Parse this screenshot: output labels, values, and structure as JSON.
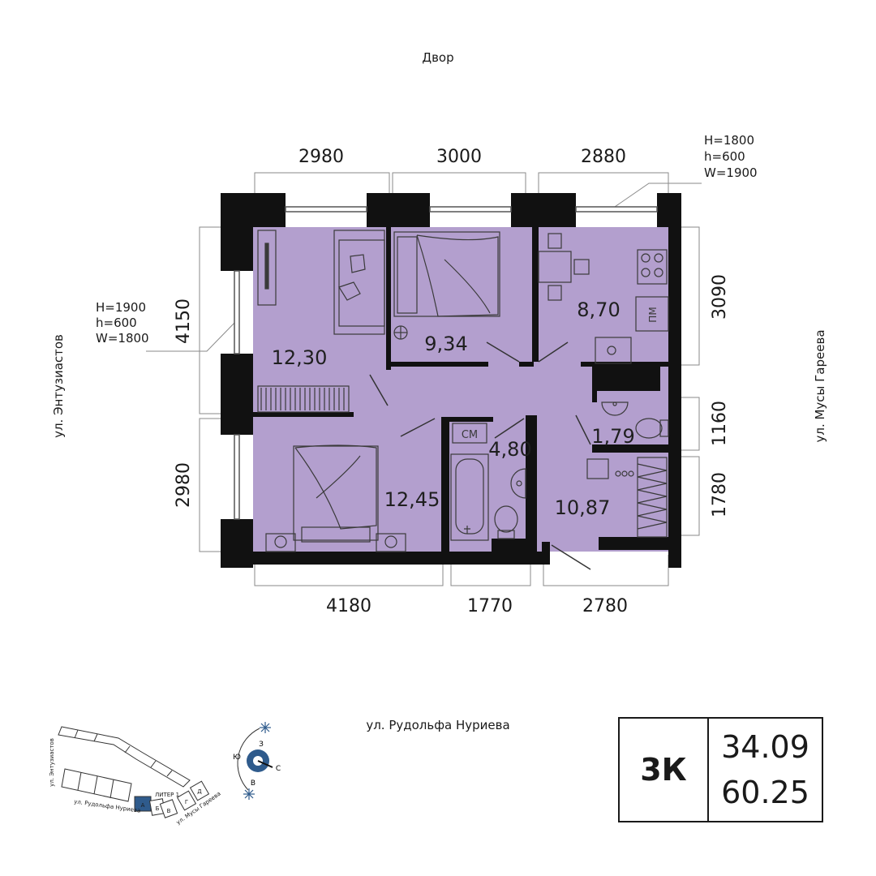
{
  "labels": {
    "yard": "Двор",
    "street_left": "ул. Энтузиастов",
    "street_right": "ул. Мусы Гареева",
    "street_bottom": "ул. Рудольфа Нуриева"
  },
  "dimensions": {
    "top": [
      "2980",
      "3000",
      "2880"
    ],
    "bottom": [
      "4180",
      "1770",
      "2780"
    ],
    "left": [
      "4150",
      "2980"
    ],
    "right": [
      "3090",
      "1160",
      "1780"
    ]
  },
  "windows": {
    "left": [
      "H=1900",
      "h=600",
      "W=1800"
    ],
    "right": [
      "H=1800",
      "h=600",
      "W=1900"
    ]
  },
  "rooms": {
    "living": "12,30",
    "bedroom_top": "9,34",
    "kitchen": "8,70",
    "bedroom_bottom": "12,45",
    "bathroom": "4,80",
    "wc": "1,79",
    "hall": "10,87"
  },
  "appliances": {
    "washer": "СМ",
    "dishwasher": "ПМ"
  },
  "minimap": {
    "street_a": "ул. Энтузиастов",
    "street_b": "ул. Рудольфа Нуриева",
    "street_c": "ул. Мусы Гареева",
    "liter": "ЛИТЕР 1",
    "sections": [
      "А",
      "Б",
      "В",
      "Г",
      "Д"
    ],
    "compass": [
      "З",
      "Ю",
      "С",
      "В"
    ]
  },
  "info": {
    "type": "3К",
    "living_area": "34.09",
    "total_area": "60.25"
  },
  "colors": {
    "fill": "#b39fce",
    "wall": "#111111",
    "accent": "#2f5b8c"
  }
}
